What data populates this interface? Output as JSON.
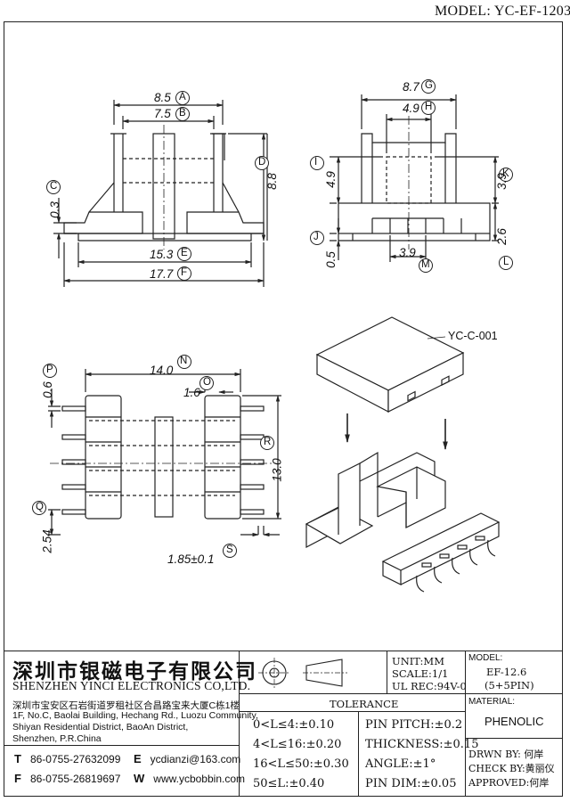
{
  "header": {
    "model_label": "MODEL: YC-EF-1203"
  },
  "views": {
    "front": {
      "dims": [
        {
          "value": "8.5",
          "tag": "A"
        },
        {
          "value": "7.5",
          "tag": "B"
        },
        {
          "value": "0.3",
          "tag": "C"
        },
        {
          "value": "8.8",
          "tag": "D"
        },
        {
          "value": "15.3",
          "tag": "E"
        },
        {
          "value": "17.7",
          "tag": "F"
        }
      ]
    },
    "side": {
      "dims": [
        {
          "value": "8.7",
          "tag": "G"
        },
        {
          "value": "4.9",
          "tag": "H"
        },
        {
          "value": "4.9",
          "tag": "I"
        },
        {
          "value": "0.5",
          "tag": "J"
        },
        {
          "value": "3.9",
          "tag": "K"
        },
        {
          "value": "2.6",
          "tag": "L"
        },
        {
          "value": "3.9",
          "tag": "M"
        }
      ]
    },
    "top": {
      "dims": [
        {
          "value": "14.0",
          "tag": "N"
        },
        {
          "value": "1.6",
          "tag": "O"
        },
        {
          "value": "0.6",
          "tag": "P"
        },
        {
          "value": "2.54",
          "tag": "Q"
        },
        {
          "value": "13.0",
          "tag": "R"
        },
        {
          "value": "1.85±0.1",
          "tag": "S"
        }
      ]
    },
    "iso": {
      "clip_label": "YC-C-001"
    }
  },
  "title_block": {
    "company_cn": "深圳市银磁电子有限公司",
    "company_en": "SHENZHEN YINCI ELECTRONICS CO,LTD.",
    "address_cn": "深圳市宝安区石岩街道罗租社区合昌路宝来大厦C栋1楼",
    "address_en_1": "1F, No.C, Baolai Building, Hechang Rd., Luozu Community,",
    "address_en_2": "Shiyan Residential District, BaoAn District,",
    "address_en_3": "Shenzhen, P.R.China",
    "tel_key": "T",
    "tel": "86-0755-27632099",
    "fax_key": "F",
    "fax": "86-0755-26819697",
    "email_key": "E",
    "email": "ycdianzi@163.com",
    "web_key": "W",
    "web": "www.ycbobbin.com",
    "unit": "UNIT:MM",
    "scale": "SCALE:1/1",
    "ul": "UL REC:94V-0",
    "model_title": "MODEL:",
    "model_value": "EF-12.6",
    "model_pins": "(5+5PIN)",
    "tolerance_title": "TOLERANCE",
    "tolerances": [
      "0<L≤4:±0.10",
      "4<L≤16:±0.20",
      "16<L≤50:±0.30",
      "50≤L:±0.40"
    ],
    "pin_specs": [
      "PIN PITCH:±0.2",
      "THICKNESS:±0.15",
      "ANGLE:±1°",
      "PIN DIM:±0.05"
    ],
    "material_title": "MATERIAL:",
    "material_value": "PHENOLIC",
    "drawn_by": "DRWN BY: 何岸",
    "check_by": "CHECK BY:黄丽仪",
    "approved": "APPROVED:何岸"
  }
}
